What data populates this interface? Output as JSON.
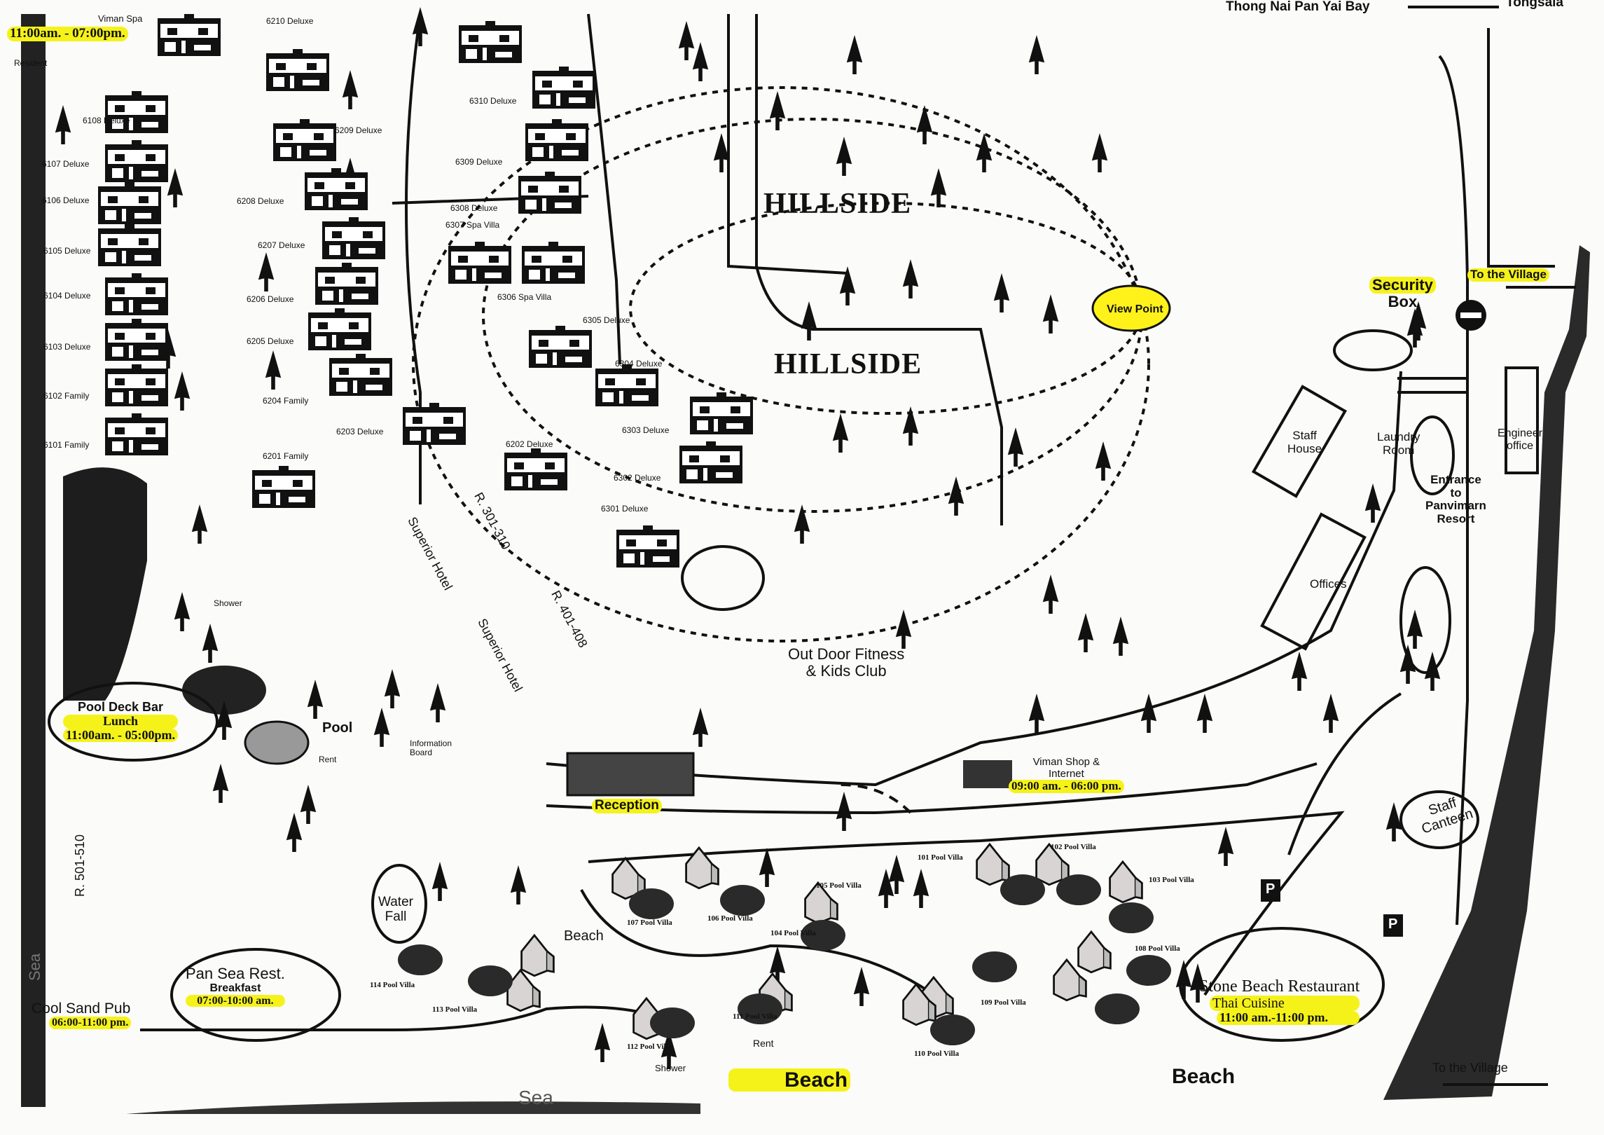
{
  "top": {
    "bay_label": "Thong Nai Pan Yai Bay",
    "town_label": "Tongsala"
  },
  "spa": {
    "name": "Viman Spa",
    "hours": "11:00am. - 07:00pm."
  },
  "resident_label": "Resident",
  "villas_6100": [
    "6108 Deluxe",
    "6107 Deluxe",
    "6106 Deluxe",
    "6105 Deluxe",
    "6104 Deluxe",
    "6103 Deluxe",
    "6102 Family",
    "6101 Family"
  ],
  "villas_6200": [
    "6210 Deluxe",
    "6209 Deluxe",
    "6208 Deluxe",
    "6207 Deluxe",
    "6206 Deluxe",
    "6205 Deluxe",
    "6204 Family",
    "6203 Deluxe",
    "6202 Deluxe",
    "6201 Family"
  ],
  "villas_6300": [
    "6310 Deluxe",
    "6309 Deluxe",
    "6308 Deluxe",
    "6307 Spa Villa",
    "6306 Spa Villa",
    "6305 Deluxe",
    "6304 Deluxe",
    "6303 Deluxe",
    "6302 Deluxe",
    "6301 Deluxe"
  ],
  "hillside_label": "HILLSIDE",
  "view_point": "View Point",
  "superior_a": {
    "rooms": "R. 301-310",
    "name": "Superior Hotel"
  },
  "superior_b": {
    "rooms": "R. 401-408",
    "name": "Superior Hotel"
  },
  "rooms_501": "R. 501-510",
  "fitness": {
    "line1": "Out Door Fitness",
    "line2": "& Kids Club"
  },
  "reception": "Reception",
  "shop": {
    "line1": "Viman Shop &",
    "line2": "Internet",
    "hours": "09:00 am. - 06:00 pm."
  },
  "shower": "Shower",
  "pool": "Pool",
  "rent": "Rent",
  "info_board": {
    "line1": "Information",
    "line2": "Board"
  },
  "pool_deck_bar": {
    "name": "Pool Deck Bar",
    "meal": "Lunch",
    "hours": "11:00am. - 05:00pm."
  },
  "waterfall": {
    "line1": "Water",
    "line2": "Fall"
  },
  "beach": "Beach",
  "sea": "Sea",
  "pool_villas": {
    "v101": "101 Pool Villa",
    "v102": "102 Pool Villa",
    "v103": "103 Pool Villa",
    "v104": "104 Pool Villa",
    "v105": "105 Pool Villa",
    "v106": "106 Pool Villa",
    "v107": "107 Pool Villa",
    "v108": "108 Pool Villa",
    "v109": "109 Pool Villa",
    "v110": "110 Pool Villa",
    "v111": "111 Pool Villa",
    "v112": "112 Pool Villa",
    "v113": "113 Pool Villa",
    "v114": "114 Pool Villa"
  },
  "pan_sea": {
    "name": "Pan Sea Rest.",
    "meal": "Breakfast",
    "hours": "07:00-10:00 am."
  },
  "cool_sand": {
    "name": "Cool Sand Pub",
    "hours": "06:00-11:00 pm."
  },
  "stone_beach": {
    "name": "Stone Beach Restaurant",
    "cuisine": "Thai Cuisine",
    "hours": "11:00 am.-11:00 pm."
  },
  "security": {
    "line1": "Security",
    "line2": "Box"
  },
  "to_village": "To the Village",
  "staff_house": {
    "line1": "Staff",
    "line2": "House"
  },
  "laundry": {
    "line1": "Laundry",
    "line2": "Room"
  },
  "engineer": {
    "line1": "Engineer",
    "line2": "office"
  },
  "entrance": {
    "line1": "Entrance",
    "line2": "to",
    "line3": "Panvimarn",
    "line4": "Resort"
  },
  "offices": "Offices",
  "staff_canteen": {
    "line1": "Staff",
    "line2": "Canteen"
  },
  "parking": "P",
  "colors": {
    "highlight": "#f5f21a",
    "ink": "#111111",
    "paper": "#fbfbf9",
    "water": "#222222"
  }
}
